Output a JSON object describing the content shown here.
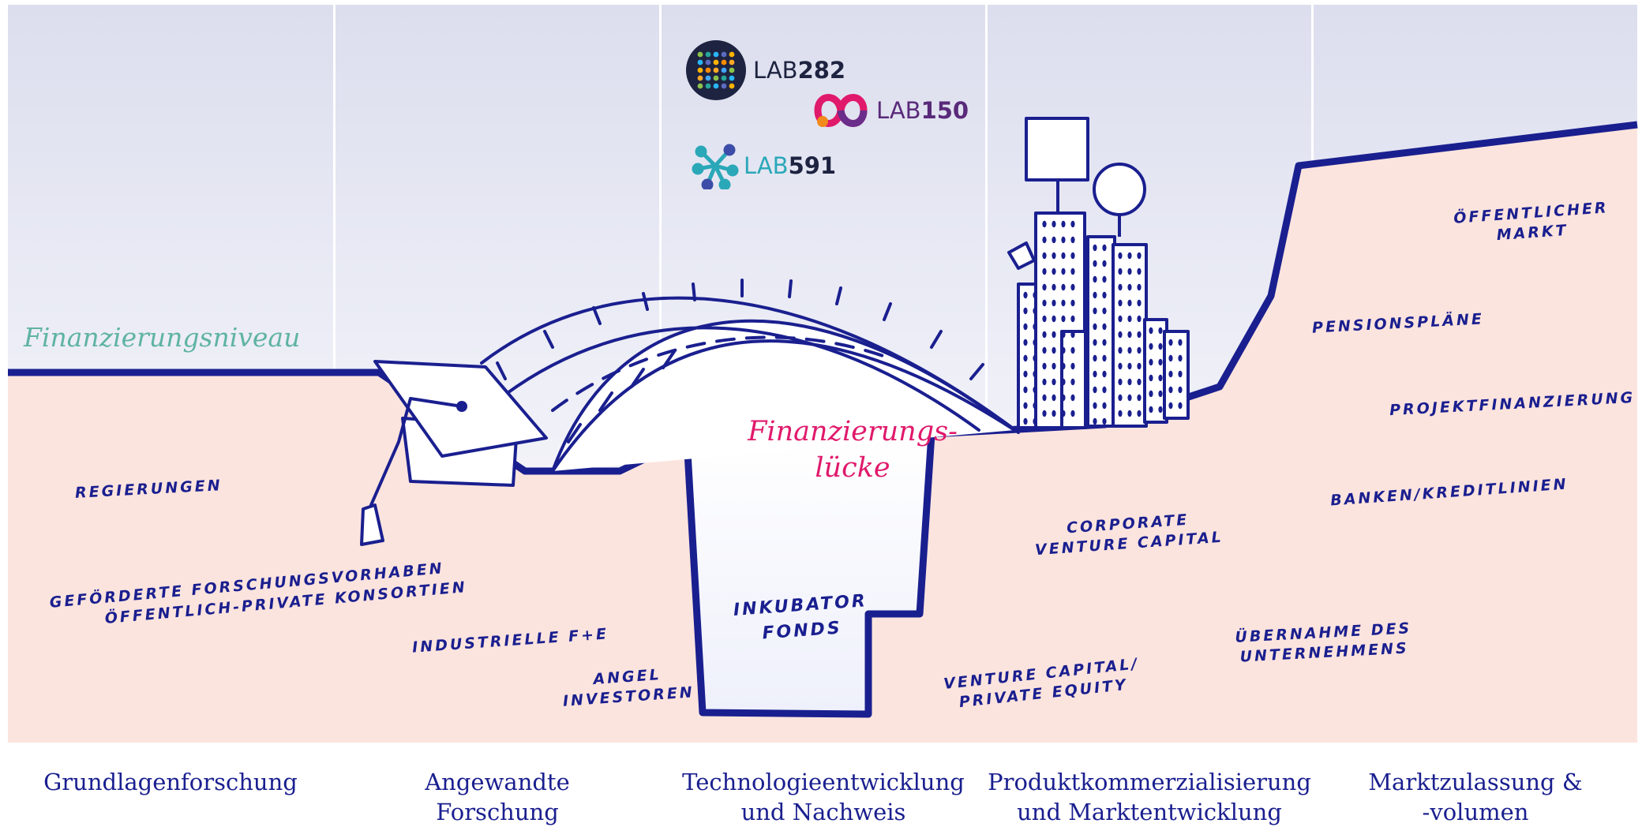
{
  "colors": {
    "ink": "#1a1f8f",
    "column_shade": "#e4e5f2",
    "funded_area": "#fce4de",
    "level_label": "#5fb3a4",
    "gap_label": "#e0196b"
  },
  "level_label": "Finanzierungsniveau",
  "gap_label": "Finanzierungs-\nlücke",
  "logos": [
    {
      "icon": "dot-grid-icon",
      "prefix": "LAB",
      "number": "282"
    },
    {
      "icon": "infinity-knot-icon",
      "prefix": "LAB",
      "number": "150"
    },
    {
      "icon": "network-node-icon",
      "prefix": "LAB",
      "number": "591"
    }
  ],
  "funding_sources": [
    "Regierungen",
    "Geförderte Forschungsvorhaben",
    "öffentlich-private Konsortien",
    "Industrielle F+E",
    "Angel\nInvestoren",
    "Inkubator\nFonds",
    "Venture Capital/\nPrivate Equity",
    "Corporate\nVenture Capital",
    "Übernahme des\nUnternehmens",
    "Banken/Kreditlinien",
    "Projektfinanzierung",
    "Pensionspläne",
    "Öffentlicher\nMarkt"
  ],
  "stages": [
    "Grundlagenforschung",
    "Angewandte\nForschung",
    "Technologieentwicklung\nund Nachweis",
    "Produktkommerzialisierung\nund Marktentwicklung",
    "Marktzulassung &\n-volumen"
  ]
}
